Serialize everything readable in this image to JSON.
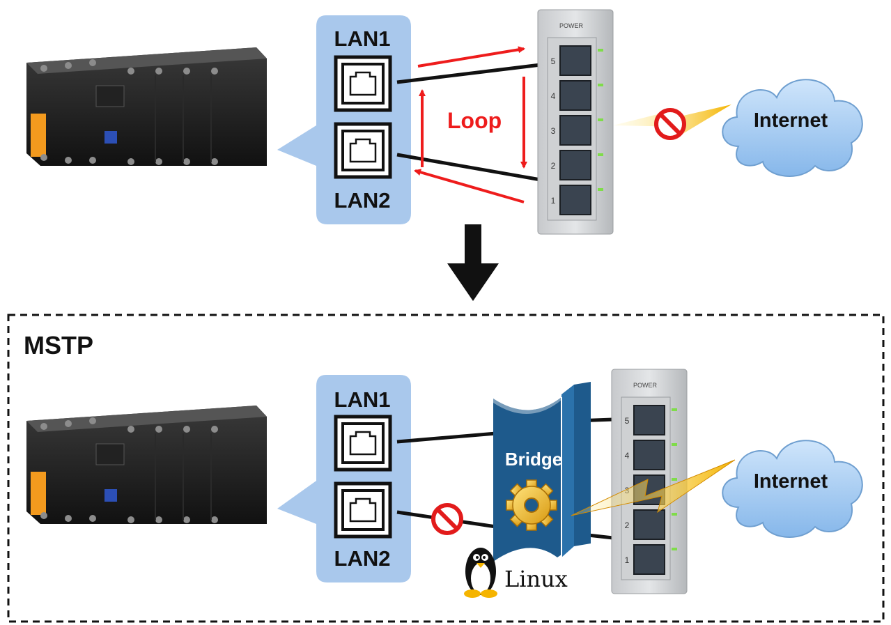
{
  "top": {
    "lan1_label": "LAN1",
    "lan2_label": "LAN2",
    "loop_label": "Loop",
    "internet_label": "Internet",
    "switch_power_label": "POWER",
    "switch_port_numbers": [
      "5",
      "4",
      "3",
      "2",
      "1"
    ]
  },
  "bottom": {
    "section_title": "MSTP",
    "lan1_label": "LAN1",
    "lan2_label": "LAN2",
    "bridge_label": "Bridge",
    "linux_label": "Linux",
    "internet_label": "Internet",
    "switch_power_label": "POWER",
    "switch_port_numbers": [
      "5",
      "4",
      "3",
      "2",
      "1"
    ]
  },
  "colors": {
    "lan_panel": "#a9c8ec",
    "loop_arrow": "#ee1c1c",
    "cloud": "#a8cdf2",
    "bridge": "#1e5a8c",
    "block_sign": "#e21b1b",
    "lightning": "#f4c430"
  }
}
